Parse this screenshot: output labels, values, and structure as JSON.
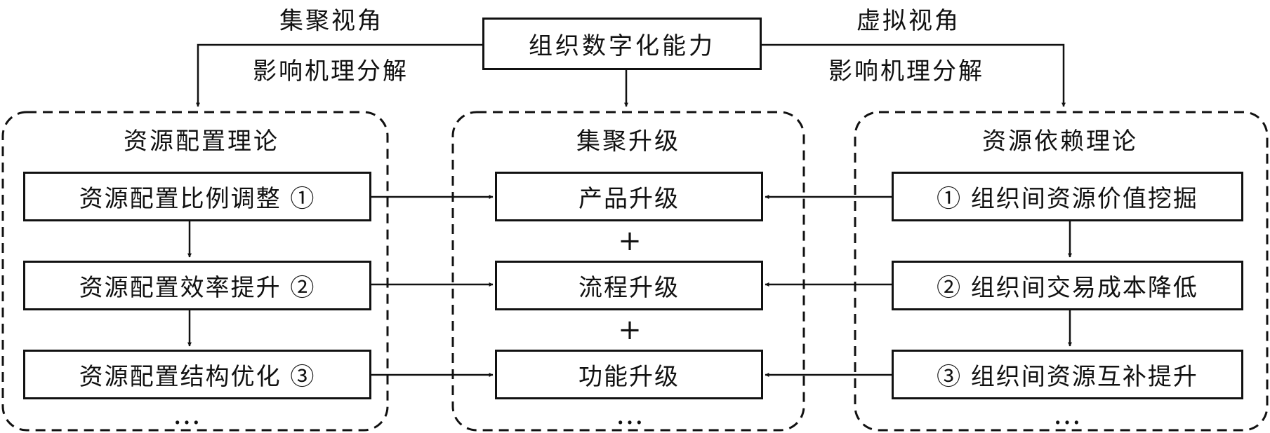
{
  "top": {
    "title": "组织数字化能力",
    "left_view": "集聚视角",
    "left_mechanism": "影响机理分解",
    "right_view": "虚拟视角",
    "right_mechanism": "影响机理分解"
  },
  "left_group": {
    "title": "资源配置理论",
    "items": [
      "资源配置比例调整 ①",
      "资源配置效率提升 ②",
      "资源配置结构优化 ③"
    ],
    "more": "…"
  },
  "middle_group": {
    "title": "集聚升级",
    "items": [
      "产品升级",
      "流程升级",
      "功能升级"
    ],
    "plus": "+",
    "more": "…"
  },
  "right_group": {
    "title": "资源依赖理论",
    "items": [
      "① 组织间资源价值挖掘",
      "② 组织间交易成本降低",
      "③ 组织间资源互补提升"
    ],
    "more": "…"
  }
}
